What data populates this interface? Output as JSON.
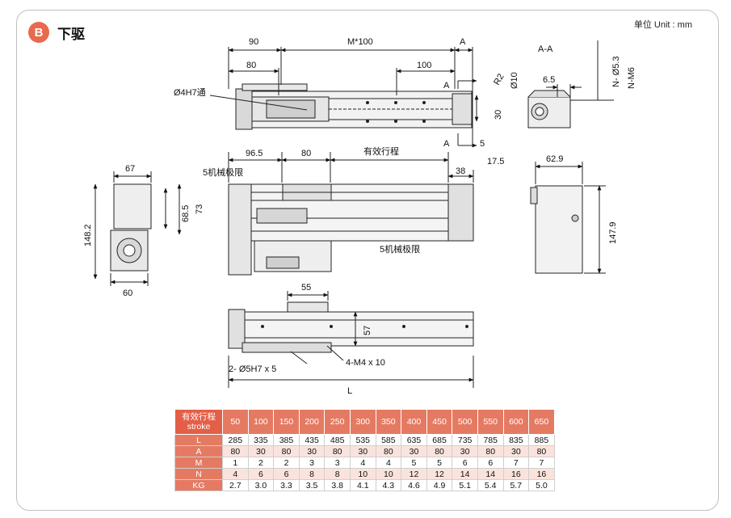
{
  "header": {
    "badge": "B",
    "title": "下驱",
    "unit": "单位 Unit : mm"
  },
  "dims": {
    "top": {
      "d90": "90",
      "dM100": "M*100",
      "dA": "A",
      "d80": "80",
      "d100": "100",
      "hole": "Ø4H7通",
      "d30": "30",
      "d5": "5",
      "d17_5": "17.5",
      "secA1": "A",
      "secA2": "A"
    },
    "section": {
      "title": "A-A",
      "r2": "R2",
      "phi10": "Ø10",
      "d6_5": "6.5",
      "n53": "N- Ø5.3",
      "nm6": "N-M6"
    },
    "middle": {
      "d96_5": "96.5",
      "d80": "80",
      "stroke": "有效行程",
      "limit1": "5机械极限",
      "limit2": "5机械极限",
      "d38": "38"
    },
    "left": {
      "d67": "67",
      "d68_5": "68.5",
      "d73": "73",
      "d148_2": "148.2",
      "d60": "60"
    },
    "right": {
      "d62_9": "62.9",
      "d147_9": "147.9"
    },
    "bottom": {
      "d55": "55",
      "d57": "57",
      "pins": "2- Ø5H7 x 5",
      "holes": "4-M4  x 10",
      "L": "L"
    }
  },
  "spec_table": {
    "header_line1": "有效行程",
    "header_line2": "stroke",
    "strokes": [
      "50",
      "100",
      "150",
      "200",
      "250",
      "300",
      "350",
      "400",
      "450",
      "500",
      "550",
      "600",
      "650"
    ],
    "rows": [
      {
        "label": "L",
        "values": [
          "285",
          "335",
          "385",
          "435",
          "485",
          "535",
          "585",
          "635",
          "685",
          "735",
          "785",
          "835",
          "885"
        ]
      },
      {
        "label": "A",
        "values": [
          "80",
          "30",
          "80",
          "30",
          "80",
          "30",
          "80",
          "30",
          "80",
          "30",
          "80",
          "30",
          "80"
        ]
      },
      {
        "label": "M",
        "values": [
          "1",
          "2",
          "2",
          "3",
          "3",
          "4",
          "4",
          "5",
          "5",
          "6",
          "6",
          "7",
          "7"
        ]
      },
      {
        "label": "N",
        "values": [
          "4",
          "6",
          "6",
          "8",
          "8",
          "10",
          "10",
          "12",
          "12",
          "14",
          "14",
          "16",
          "16"
        ]
      },
      {
        "label": "KG",
        "values": [
          "2.7",
          "3.0",
          "3.3",
          "3.5",
          "3.8",
          "4.1",
          "4.3",
          "4.6",
          "4.9",
          "5.1",
          "5.4",
          "5.7",
          "5.0"
        ]
      }
    ]
  }
}
